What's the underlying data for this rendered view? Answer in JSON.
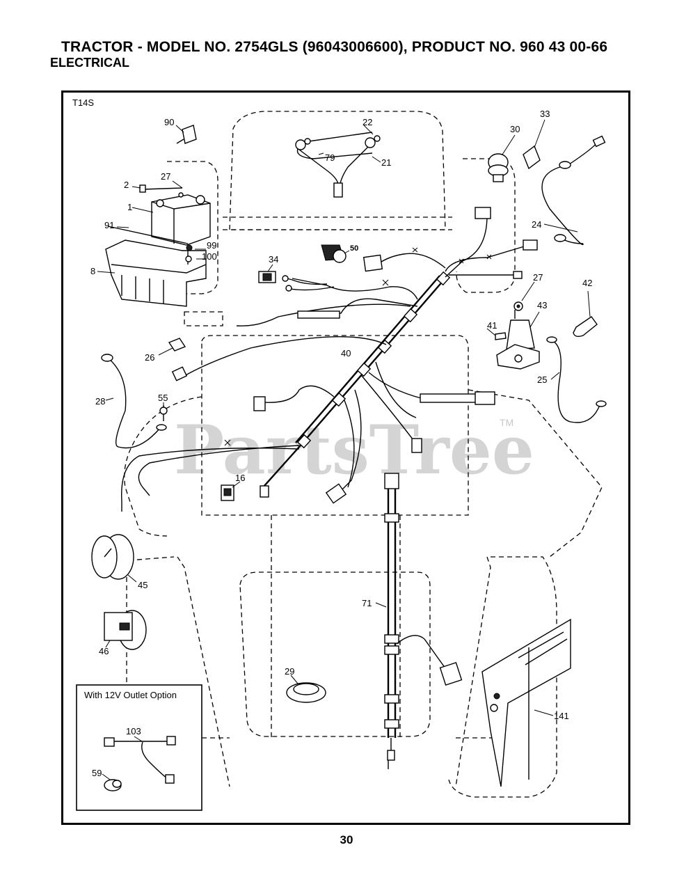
{
  "header": {
    "title": "TRACTOR - MODEL NO. 2754GLS (96043006600), PRODUCT NO. 960 43 00-66",
    "subtitle": "ELECTRICAL"
  },
  "diagram": {
    "code": "T14S",
    "watermark": "PartsTree",
    "trademark": "TM",
    "inset_label": "With 12V Outlet Option",
    "callouts": {
      "p1": "1",
      "p2": "2",
      "p8": "8",
      "p16": "16",
      "p21": "21",
      "p22": "22",
      "p24": "24",
      "p25": "25",
      "p26": "26",
      "p27a": "27",
      "p27b": "27",
      "p28": "28",
      "p29": "29",
      "p30": "30",
      "p33": "33",
      "p34": "34",
      "p40": "40",
      "p41": "41",
      "p42": "42",
      "p43": "43",
      "p45": "45",
      "p46": "46",
      "p50": "50",
      "p55": "55",
      "p59": "59",
      "p71": "71",
      "p79": "79",
      "p90": "90",
      "p91": "91",
      "p99": "99",
      "p100": "100",
      "p103": "103",
      "p141": "141"
    }
  },
  "footer": {
    "page_number": "30"
  }
}
